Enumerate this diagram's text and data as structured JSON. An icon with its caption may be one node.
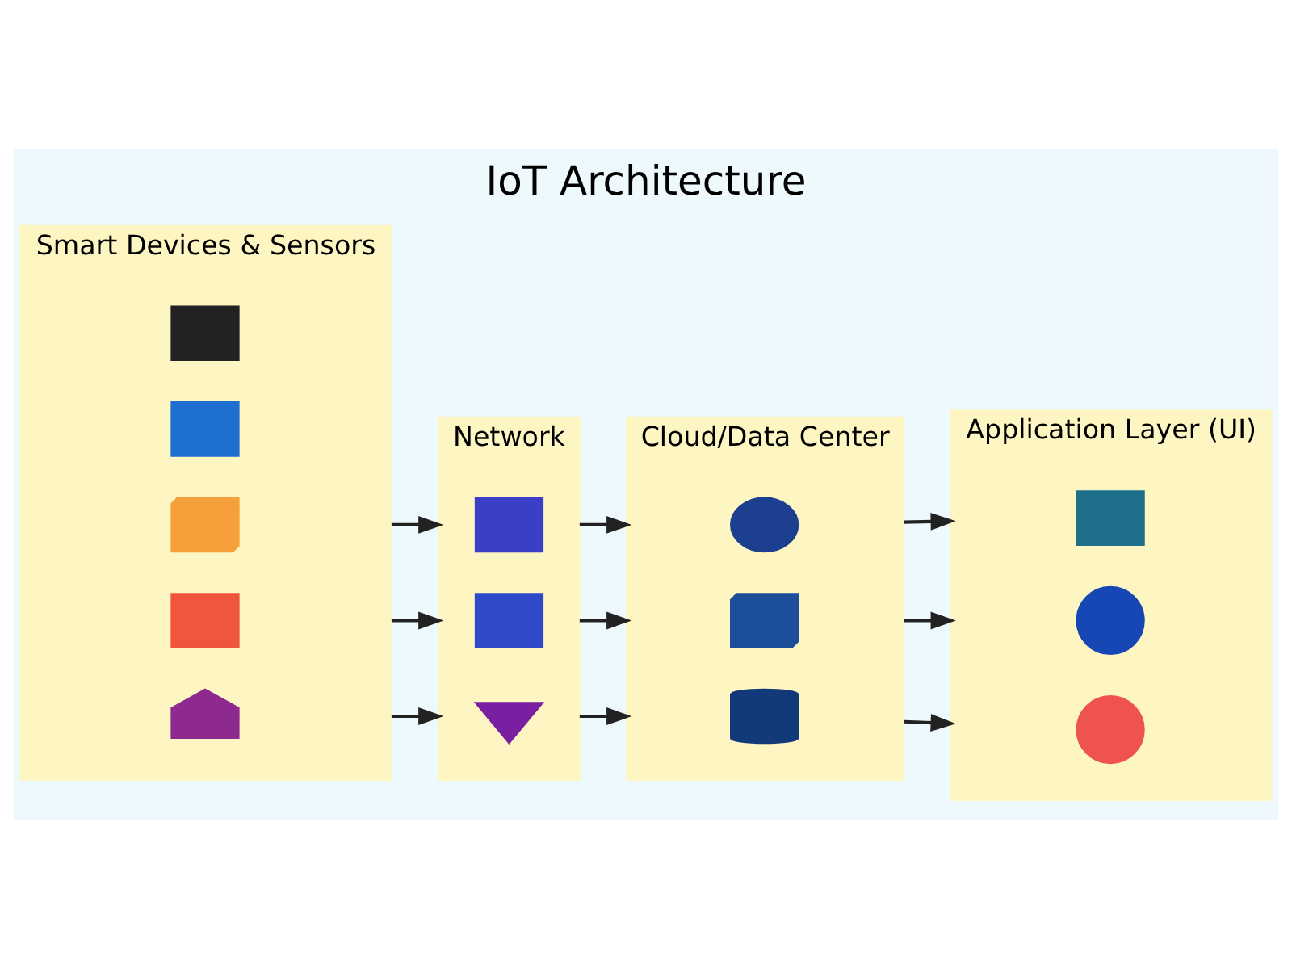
{
  "diagram": {
    "title": "IoT Architecture",
    "nodes": [
      {
        "text": [
          "Smart Devices & Sensors"
        ]
      },
      {
        "text": [],
        "shape": "house",
        "in": 0
      },
      {
        "text": [],
        "shape": "car",
        "in": 0
      },
      {
        "text": [],
        "shape": "truck",
        "in": 0
      },
      {
        "text": [],
        "shape": "kit",
        "in": 0
      },
      {
        "text": [],
        "shape": "phone",
        "in": 0
      },
      {
        "text": [
          "Network"
        ]
      },
      {
        "text": [],
        "shape": "wifi",
        "in": 6
      },
      {
        "text": [],
        "shape": "phone",
        "in": 6
      },
      {
        "text": [],
        "shape": "bars",
        "in": 6
      },
      {
        "text": [
          "Cloud/Data Center"
        ]
      },
      {
        "text": [],
        "shape": "cylinder",
        "in": 10
      },
      {
        "text": [],
        "shape": "server",
        "in": 10
      },
      {
        "text": [],
        "shape": "cloud",
        "in": 10
      },
      {
        "text": [
          "Application Layer (UI)"
        ]
      },
      {
        "text": [],
        "shape": "pie",
        "in": 14
      },
      {
        "text": [],
        "shape": "pie",
        "in": 14
      },
      {
        "text": [],
        "shape": "chart",
        "in": 14
      }
    ],
    "edges": [
      {
        "from": 0,
        "to": 6,
        "arrow": "to"
      },
      {
        "from": 0,
        "to": 6,
        "arrow": "to"
      },
      {
        "from": 0,
        "to": 6,
        "arrow": "to"
      },
      {
        "from": 6,
        "to": 10,
        "arrow": "to"
      },
      {
        "from": 6,
        "to": 10,
        "arrow": "to"
      },
      {
        "from": 6,
        "to": 10,
        "arrow": "to"
      },
      {
        "from": 10,
        "to": 14,
        "arrow": "to"
      },
      {
        "from": 10,
        "to": 14,
        "arrow": "to"
      },
      {
        "from": 10,
        "to": 14,
        "arrow": "to"
      }
    ]
  }
}
